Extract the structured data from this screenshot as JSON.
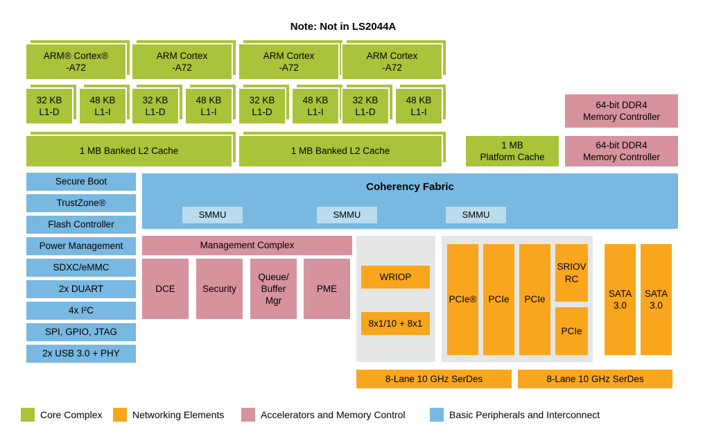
{
  "note": "Note: Not in LS2044A",
  "colors": {
    "green": "#a9c33a",
    "orange": "#f8a61d",
    "pink": "#d6939d",
    "blue": "#79b8e0",
    "lightblue": "#badaee",
    "gray": "#e5e7e7"
  },
  "cores": [
    {
      "label": "ARM® Cortex®\n-A72"
    },
    {
      "label": "ARM Cortex\n-A72"
    },
    {
      "label": "ARM Cortex\n-A72"
    },
    {
      "label": "ARM Cortex\n-A72"
    }
  ],
  "l1_caches": [
    {
      "label": "32 KB\nL1-D"
    },
    {
      "label": "48 KB\nL1-I"
    },
    {
      "label": "32 KB\nL1-D"
    },
    {
      "label": "48 KB\nL1-I"
    },
    {
      "label": "32 KB\nL1-D"
    },
    {
      "label": "48 KB\nL1-I"
    },
    {
      "label": "32 KB\nL1-D"
    },
    {
      "label": "48 KB\nL1-I"
    }
  ],
  "l2_caches": [
    {
      "label": "1 MB Banked L2 Cache"
    },
    {
      "label": "1 MB Banked L2 Cache"
    }
  ],
  "platform_cache": {
    "label": "1 MB\nPlatform Cache"
  },
  "ddr_controllers": [
    {
      "label": "64-bit DDR4\nMemory Controller"
    },
    {
      "label": "64-bit DDR4\nMemory Controller"
    }
  ],
  "peripherals": [
    {
      "label": "Secure Boot"
    },
    {
      "label": "TrustZone®"
    },
    {
      "label": "Flash Controller"
    },
    {
      "label": "Power Management"
    },
    {
      "label": "SDXC/eMMC"
    },
    {
      "label": "2x DUART"
    },
    {
      "label": "4x I²C"
    },
    {
      "label": "SPI, GPIO, JTAG"
    },
    {
      "label": "2x USB 3.0 + PHY"
    }
  ],
  "coherency_fabric": {
    "title": "Coherency Fabric",
    "smmus": [
      {
        "label": "SMMU"
      },
      {
        "label": "SMMU"
      },
      {
        "label": "SMMU"
      }
    ]
  },
  "management_complex": {
    "title": "Management Complex",
    "blocks": [
      {
        "label": "DCE"
      },
      {
        "label": "Security"
      },
      {
        "label": "Queue/\nBuffer\nMgr"
      },
      {
        "label": "PME"
      }
    ]
  },
  "network_group": {
    "wriop": "WRIOP",
    "ports": "8x1/10 + 8x1"
  },
  "pcie_group": {
    "pcie_tall": [
      {
        "label": "PCIe®"
      },
      {
        "label": "PCIe"
      },
      {
        "label": "PCIe"
      }
    ],
    "sriov": "SRIOV\nRC",
    "pcie_small": "PCIe"
  },
  "sata_blocks": [
    {
      "label": "SATA\n3.0"
    },
    {
      "label": "SATA\n3.0"
    }
  ],
  "serdes": [
    {
      "label": "8-Lane 10 GHz SerDes"
    },
    {
      "label": "8-Lane 10 GHz SerDes"
    }
  ],
  "legend": [
    {
      "label": "Core Complex"
    },
    {
      "label": "Networking Elements"
    },
    {
      "label": "Accelerators and Memory Control"
    },
    {
      "label": "Basic Peripherals and Interconnect"
    }
  ]
}
